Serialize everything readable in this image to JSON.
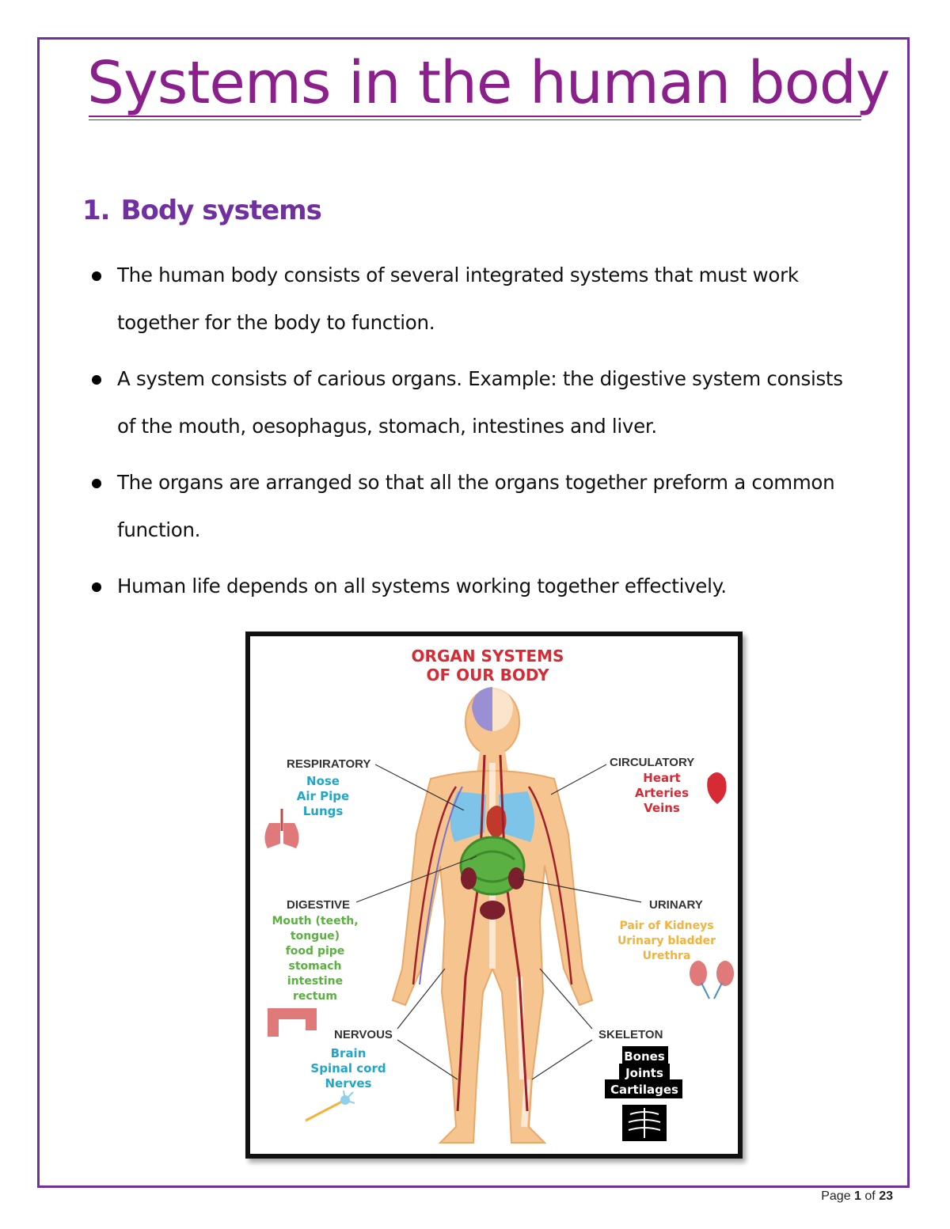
{
  "title": "Systems in the human body",
  "section": {
    "number": "1.",
    "heading": "Body systems"
  },
  "bullets": [
    {
      "line1": "The human body consists of several integrated systems that must work",
      "line2": "together for the body to function."
    },
    {
      "line1": "A system consists of carious organs. Example: the digestive system consists",
      "line2": "of the mouth, oesophagus, stomach, intestines and liver."
    },
    {
      "line1": "The organs are arranged so that all the organs together preform a common",
      "line2": "function."
    },
    {
      "line1": "Human life depends on all systems working together effectively.",
      "line2": ""
    }
  ],
  "figure": {
    "title_line1": "ORGAN SYSTEMS",
    "title_line2": "OF OUR BODY",
    "systems": {
      "respiratory": {
        "name": "RESPIRATORY",
        "parts": [
          "Nose",
          "Air Pipe",
          "Lungs"
        ],
        "color": "#1fa6c8"
      },
      "circulatory": {
        "name": "CIRCULATORY",
        "parts": [
          "Heart",
          "Arteries",
          "Veins"
        ],
        "color": "#d62a35"
      },
      "digestive": {
        "name": "DIGESTIVE",
        "parts": [
          "Mouth (teeth,",
          "tongue)",
          "food pipe",
          "stomach",
          "intestine",
          "rectum"
        ],
        "color": "#5ab040"
      },
      "urinary": {
        "name": "URINARY",
        "parts": [
          "Pair of Kidneys",
          "Urinary bladder",
          "Urethra"
        ],
        "color": "#f2b23c"
      },
      "nervous": {
        "name": "NERVOUS",
        "parts": [
          "Brain",
          "Spinal cord",
          "Nerves"
        ],
        "color": "#1fa6c8"
      },
      "skeleton": {
        "name": "SKELETON",
        "parts": [
          "Bones",
          "Joints",
          "Cartilages"
        ],
        "color": "#000000"
      }
    }
  },
  "footer": {
    "prefix": "Page",
    "current": "1",
    "separator": "of",
    "total": "23"
  }
}
